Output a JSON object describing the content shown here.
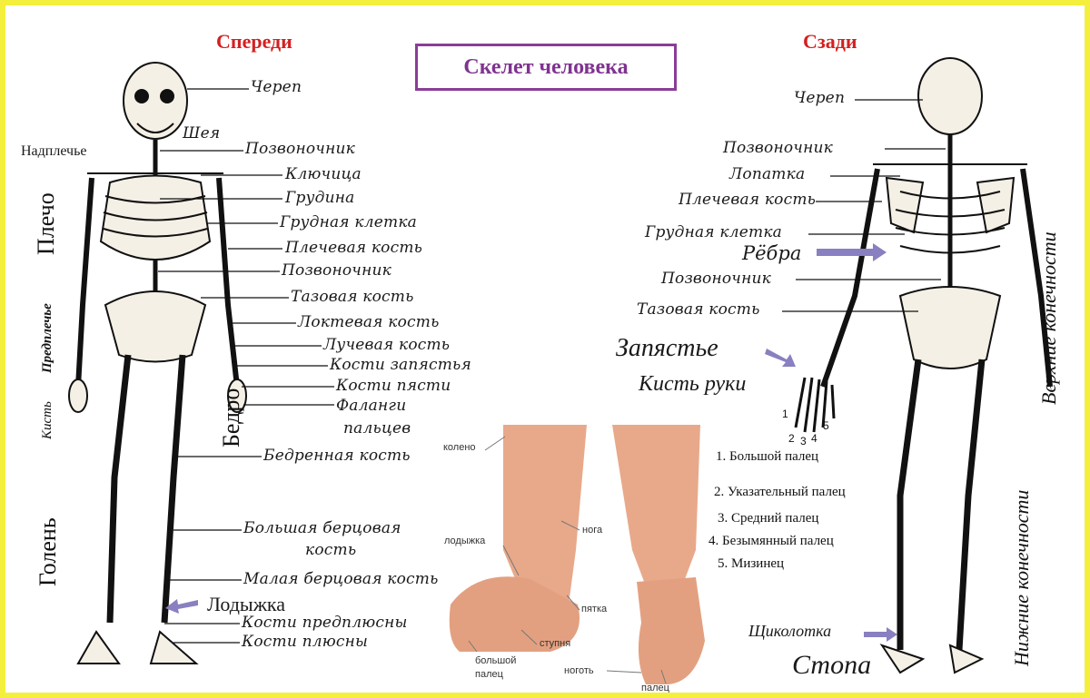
{
  "title": "Скелет человека",
  "front": {
    "header": "Спереди",
    "labels": [
      "Череп",
      "Шея",
      "Позвоночник",
      "Ключица",
      "Грудина",
      "Грудная клетка",
      "Плечевая кость",
      "Позвоночник",
      "Тазовая кость",
      "Локтевая кость",
      "Лучевая кость",
      "Кости запястья",
      "Кости пясти",
      "Фаланги",
      "пальцев",
      "Бедренная кость",
      "Большая берцовая",
      "кость",
      "Малая берцовая кость",
      "Кости предплюсны",
      "Кости плюсны"
    ],
    "side_labels": [
      "Надплечье",
      "Плечо",
      "Предплечье",
      "Кисть",
      "Бедро",
      "Голень",
      "Лодыжка"
    ]
  },
  "back": {
    "header": "Сзади",
    "labels": [
      "Череп",
      "Позвоночник",
      "Лопатка",
      "Плечевая кость",
      "Грудная клетка",
      "Рёбра",
      "Позвоночник",
      "Тазовая кость",
      "Запястье",
      "Кисть руки",
      "Щиколотка",
      "Стопа"
    ],
    "vertical_labels": [
      "Верхние конечности",
      "Нижние конечности"
    ],
    "finger_numbers": [
      "1",
      "2",
      "3",
      "4",
      "5"
    ],
    "fingers": [
      "1. Большой палец",
      "2. Указательный палец",
      "3. Средний палец",
      "4. Безымянный палец",
      "5. Мизинец"
    ]
  },
  "legs_photo": {
    "labels": [
      "колено",
      "лодыжка",
      "нога",
      "пятка",
      "ступня",
      "большой",
      "палец",
      "ноготь",
      "палец"
    ]
  },
  "colors": {
    "border": "#f4ef3c",
    "header": "#d42020",
    "title": "#7f3390",
    "arrow": "#8880c0",
    "skin": "#e8a98a"
  }
}
